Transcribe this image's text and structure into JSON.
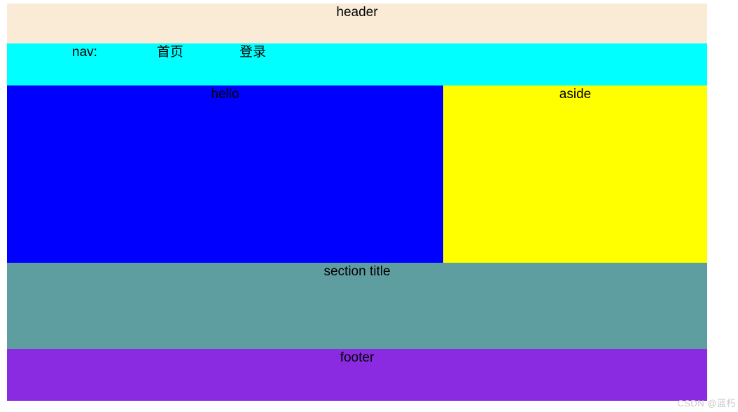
{
  "page": {
    "header": {
      "label": "header"
    },
    "nav": {
      "label": "nav:",
      "items": [
        {
          "label": "首页"
        },
        {
          "label": "登录"
        }
      ]
    },
    "main": {
      "article_label": "hello",
      "aside_label": "aside"
    },
    "section": {
      "label": "section title"
    },
    "footer": {
      "label": "footer"
    }
  },
  "watermark": "CSDN @蓝朽",
  "colors": {
    "header-bg": "#FAEBD7",
    "nav-bg": "#00FFFF",
    "article-bg": "#0000FF",
    "aside-bg": "#FFFF00",
    "section-bg": "#5F9EA0",
    "footer-bg": "#8A2BE2",
    "text": "#000000",
    "watermark": "#C9C9C9"
  }
}
